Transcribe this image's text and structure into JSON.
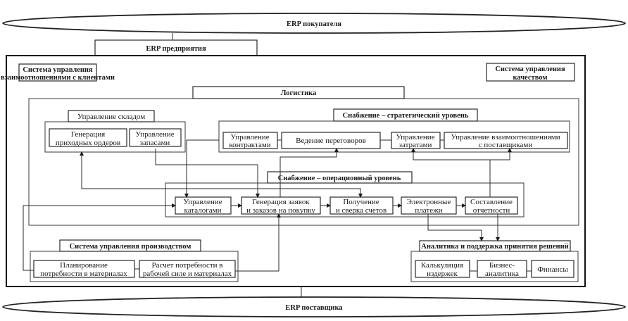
{
  "diagram": {
    "buyer_erp": "ERP покупателя",
    "enterprise_erp": "ERP предприятия",
    "supplier_erp": "ERP поставщика",
    "crm": [
      "Система управления",
      "взаимоотношениями с клиентами"
    ],
    "quality": [
      "Система управления",
      "качеством"
    ],
    "logistics": "Логистика",
    "warehouse": {
      "title": "Управление складом",
      "items": [
        [
          "Генерация",
          "приходных ордеров"
        ],
        [
          "Управление",
          "запасами"
        ]
      ]
    },
    "strategic": {
      "title": "Снабжение – стратегический уровень",
      "items": [
        [
          "Управление",
          "контрактами"
        ],
        [
          "Ведение переговоров"
        ],
        [
          "Управление",
          "затратами"
        ],
        [
          "Управление взаимоотношениями",
          "с поставщиками"
        ]
      ]
    },
    "operational": {
      "title": "Снабжение – операционный уровень",
      "items": [
        [
          "Управление",
          "каталогами"
        ],
        [
          "Генерация заявок",
          "и заказов на покупку"
        ],
        [
          "Получение",
          "и сверка счетов"
        ],
        [
          "Электронные",
          "платежи"
        ],
        [
          "Составление",
          "отчетности"
        ]
      ]
    },
    "production": {
      "title": "Система управления производством",
      "items": [
        [
          "Планирование",
          "потребности в материалах"
        ],
        [
          "Расчет потребности в",
          "рабочей силе и материалах"
        ]
      ]
    },
    "analytics": {
      "title": "Аналитика и поддержка принятия решений",
      "items": [
        [
          "Калькуляция",
          "издержек"
        ],
        [
          "Бизнес-",
          "аналитика"
        ],
        [
          "Финансы"
        ]
      ]
    }
  }
}
